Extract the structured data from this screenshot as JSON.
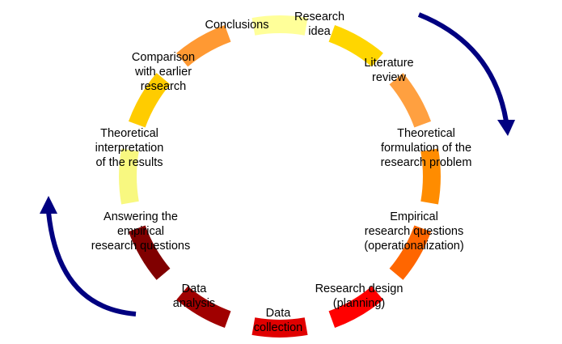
{
  "steps": [
    {
      "label": "Research\nidea",
      "color": "#FFD600"
    },
    {
      "label": "Literature\nreview",
      "color": "#FFA040"
    },
    {
      "label": "Theoretical\nformulation of the\nresearch problem",
      "color": "#FF8C00"
    },
    {
      "label": "Empirical\nresearch questions\n(operationalization)",
      "color": "#FF6600"
    },
    {
      "label": "Research design\n(planning)",
      "color": "#FF0000"
    },
    {
      "label": "Data\ncollection",
      "color": "#E00000"
    },
    {
      "label": "Data\nanalysis",
      "color": "#A00000"
    },
    {
      "label": "Answering the\nempirical\nresearch questions",
      "color": "#800000"
    },
    {
      "label": "Theoretical\ninterpretation\nof the results",
      "color": "#F8F880"
    },
    {
      "label": "Comparison\nwith earlier\nresearch",
      "color": "#FFCC00"
    },
    {
      "label": "Conclusions",
      "color": "#FF9933"
    }
  ],
  "arrow_color": "#000080",
  "ring_start_color": "#FFFF99"
}
